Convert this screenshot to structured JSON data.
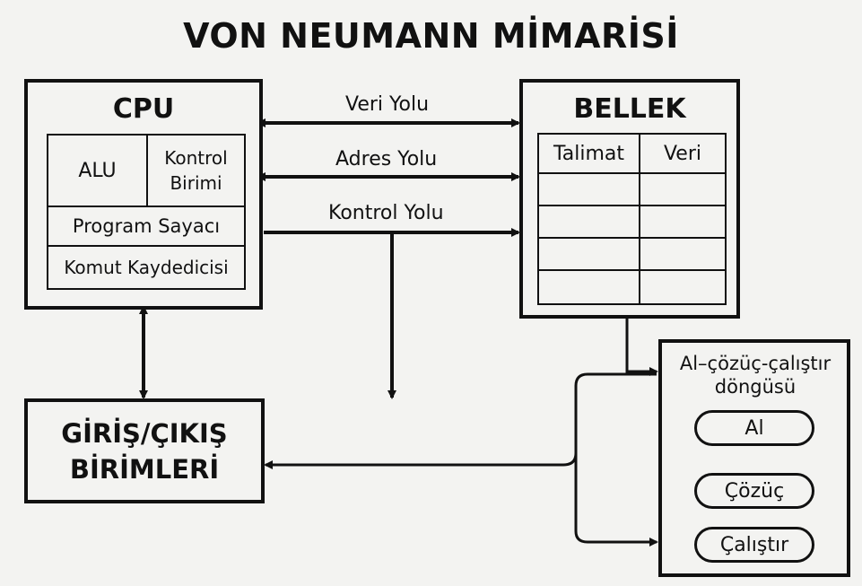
{
  "title": "VON NEUMANN MİMARİSİ",
  "cpu": {
    "title": "CPU",
    "alu": "ALU",
    "control_unit": "Kontrol Birimi",
    "program_counter": "Program Sayacı",
    "instruction_register": "Komut Kaydedicisi"
  },
  "memory": {
    "title": "BELLEK",
    "columns": [
      "Talimat",
      "Veri"
    ]
  },
  "buses": {
    "data": "Veri Yolu",
    "address": "Adres Yolu",
    "control": "Kontrol Yolu"
  },
  "io": {
    "line1": "GİRİŞ/ÇIKIŞ",
    "line2": "BİRİMLERİ"
  },
  "cycle": {
    "title": "Al–çözüç-çalıştır döngüsü",
    "steps": [
      "Al",
      "Çözüç",
      "Çalıştır"
    ]
  }
}
